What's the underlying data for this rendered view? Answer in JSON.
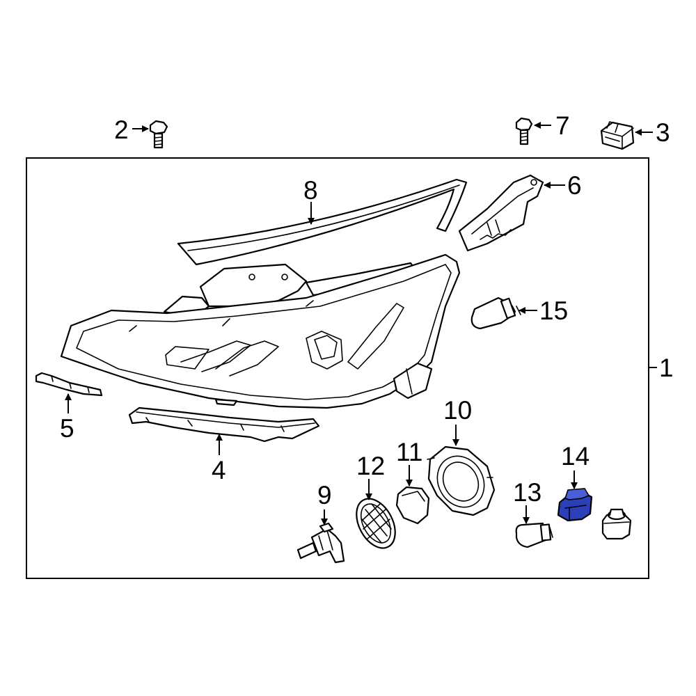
{
  "diagram": {
    "highlight_color": "#2b3fb8",
    "highlighted_part": "14",
    "callouts": {
      "c1": "1",
      "c2": "2",
      "c3": "3",
      "c4": "4",
      "c5": "5",
      "c6": "6",
      "c7": "7",
      "c8": "8",
      "c9": "9",
      "c10": "10",
      "c11": "11",
      "c12": "12",
      "c13": "13",
      "c14": "14",
      "c15": "15"
    }
  }
}
